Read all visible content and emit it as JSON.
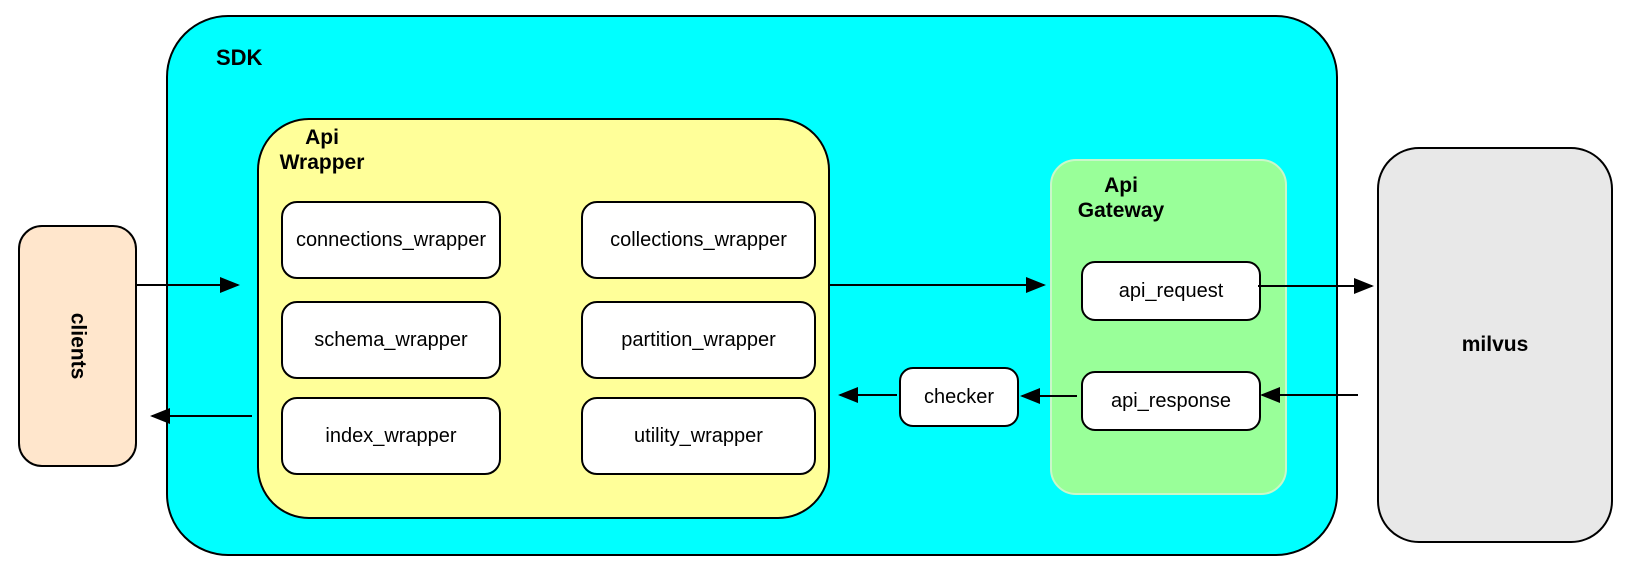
{
  "diagram": {
    "clients": {
      "label": "clients"
    },
    "sdk": {
      "label": "SDK",
      "api_wrapper": {
        "label": "Api Wrapper",
        "items": [
          {
            "label": "connections_wrapper"
          },
          {
            "label": "collections_wrapper"
          },
          {
            "label": "schema_wrapper"
          },
          {
            "label": "partition_wrapper"
          },
          {
            "label": "index_wrapper"
          },
          {
            "label": "utility_wrapper"
          }
        ]
      },
      "checker": {
        "label": "checker"
      },
      "api_gateway": {
        "label": "Api Gateway",
        "items": [
          {
            "label": "api_request"
          },
          {
            "label": "api_response"
          }
        ]
      }
    },
    "milvus": {
      "label": "milvus"
    },
    "colors": {
      "sdk_fill": "#00FFFF",
      "api_wrapper_fill": "#FFFF99",
      "api_gateway_fill": "#99FF99",
      "clients_fill": "#FFE6CC",
      "milvus_fill": "#E8E8E8",
      "node_fill": "#FFFFFF",
      "border": "#000000",
      "background": "#FFFFFF"
    },
    "flows": [
      "clients -> api_wrapper",
      "api_wrapper -> clients",
      "api_wrapper -> api_gateway",
      "api_request -> milvus",
      "milvus -> api_response",
      "api_response -> checker",
      "checker -> api_wrapper"
    ]
  }
}
